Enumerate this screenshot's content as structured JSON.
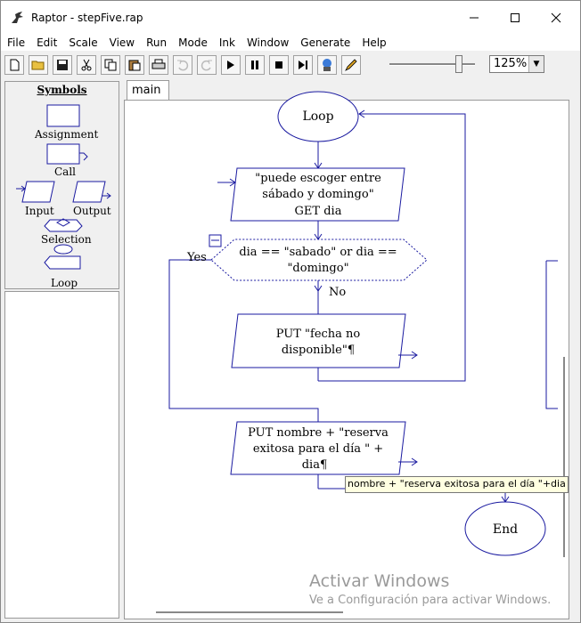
{
  "window": {
    "title": "Raptor - stepFive.rap"
  },
  "menu": [
    "File",
    "Edit",
    "Scale",
    "View",
    "Run",
    "Mode",
    "Ink",
    "Window",
    "Generate",
    "Help"
  ],
  "toolbar": {
    "zoom": "125%"
  },
  "symbols": {
    "heading": "Symbols",
    "assignment": "Assignment",
    "call": "Call",
    "input": "Input",
    "output": "Output",
    "selection": "Selection",
    "loop": "Loop"
  },
  "tabs": [
    "main"
  ],
  "flowchart": {
    "loop_label": "Loop",
    "input_line1": "\"puede escoger entre",
    "input_line2": "sábado y domingo\"",
    "input_line3": "GET dia",
    "decision_line1": "dia == \"sabado\" or dia ==",
    "decision_line2": "\"domingo\"",
    "yes_label": "Yes",
    "no_label": "No",
    "put1_line1": "PUT \"fecha no",
    "put1_line2": "disponible\"¶",
    "put2_line1": "PUT nombre  +  \"reserva",
    "put2_line2": "exitosa para el día \" +",
    "put2_line3": "dia¶",
    "end_label": "End"
  },
  "tooltip": "nombre + \"reserva exitosa para el día \"+dia",
  "watermark": {
    "title": "Activar Windows",
    "subtitle": "Ve a Configuración para activar Windows."
  }
}
